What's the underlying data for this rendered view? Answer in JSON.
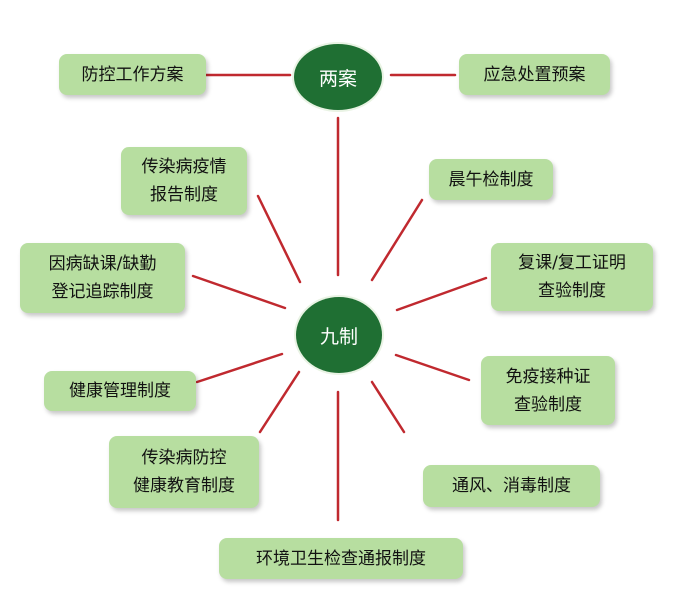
{
  "colors": {
    "hub_fill": "#1f6f33",
    "box_fill": "#b7dea0",
    "connector": "#c0292f"
  },
  "hubs": {
    "top": "两案",
    "center": "九制"
  },
  "boxes": {
    "prevention_plan": "防控工作方案",
    "emergency_plan": "应急处置预案",
    "infection_report": "传染病疫情\n报告制度",
    "morning_check": "晨午检制度",
    "absence_tracking": "因病缺课/缺勤\n登记追踪制度",
    "resume_certificate": "复课/复工证明\n查验制度",
    "health_management": "健康管理制度",
    "vaccination_check": "免疫接种证\n查验制度",
    "health_education": "传染病防控\n健康教育制度",
    "ventilation_disinfection": "通风、消毒制度",
    "hygiene_inspection": "环境卫生检查通报制度"
  }
}
